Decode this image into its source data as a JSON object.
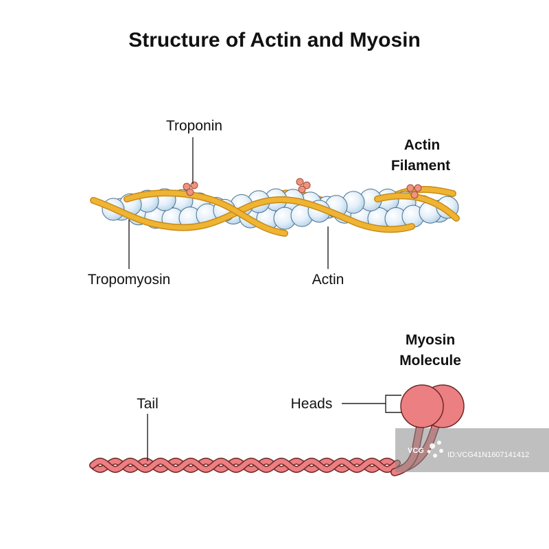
{
  "title": "Structure of Actin and Myosin",
  "actin_section": {
    "heading_line1": "Actin",
    "heading_line2": "Filament",
    "labels": {
      "troponin": "Troponin",
      "tropomyosin": "Tropomyosin",
      "actin": "Actin"
    }
  },
  "myosin_section": {
    "heading_line1": "Myosin",
    "heading_line2": "Molecule",
    "labels": {
      "tail": "Tail",
      "heads": "Heads"
    }
  },
  "watermark": {
    "logo": "VCG",
    "id_text": "ID:VCG41N1607141412"
  },
  "colors": {
    "actin_fill": "#d6e9f6",
    "actin_stroke": "#4a6f8a",
    "tropomyosin": "#f0b433",
    "troponin": "#f0937d",
    "myosin": "#ec7f82",
    "myosin_stroke": "#6e2626"
  }
}
